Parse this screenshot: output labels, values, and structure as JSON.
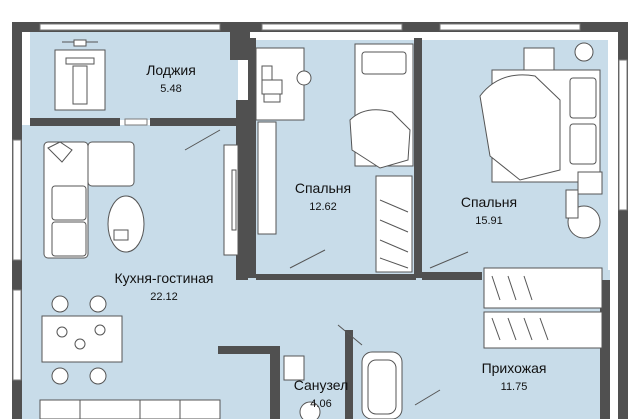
{
  "plan": {
    "colors": {
      "floor": "#c8dce9",
      "wall": "#505050",
      "window": "#ffffff",
      "furniture": "#ffffff",
      "line": "#555555"
    },
    "rooms": [
      {
        "name": "Лоджия",
        "area": "5.48"
      },
      {
        "name": "Спальня",
        "area": "12.62"
      },
      {
        "name": "Спальня",
        "area": "15.91"
      },
      {
        "name": "Кухня-гостиная",
        "area": "22.12"
      },
      {
        "name": "Санузел",
        "area": "4.06"
      },
      {
        "name": "Прихожая",
        "area": "11.75"
      }
    ],
    "furniture_icons": [
      "exercise-machine-icon",
      "desk-icon",
      "laptop-icon",
      "single-bed-icon",
      "double-bed-icon",
      "sofa-icon",
      "coffee-table-icon",
      "dining-table-icon",
      "tv-stand-icon",
      "wardrobe-icon",
      "washing-machine-icon",
      "bathtub-icon",
      "toilet-icon",
      "kitchen-counter-icon",
      "armchair-icon",
      "plant-icon"
    ]
  }
}
